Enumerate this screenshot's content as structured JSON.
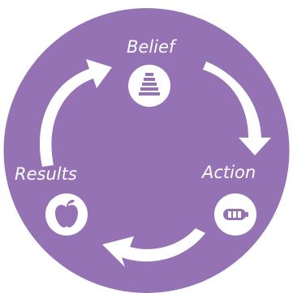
{
  "diagram": {
    "colors": {
      "background": "#9472b3",
      "foreground": "#ffffff"
    },
    "nodes": [
      {
        "label": "Belief",
        "icon": "stacked-bars-pyramid-icon"
      },
      {
        "label": "Action",
        "icon": "battery-icon"
      },
      {
        "label": "Results",
        "icon": "apple-icon"
      }
    ],
    "flow_direction": "clockwise"
  }
}
